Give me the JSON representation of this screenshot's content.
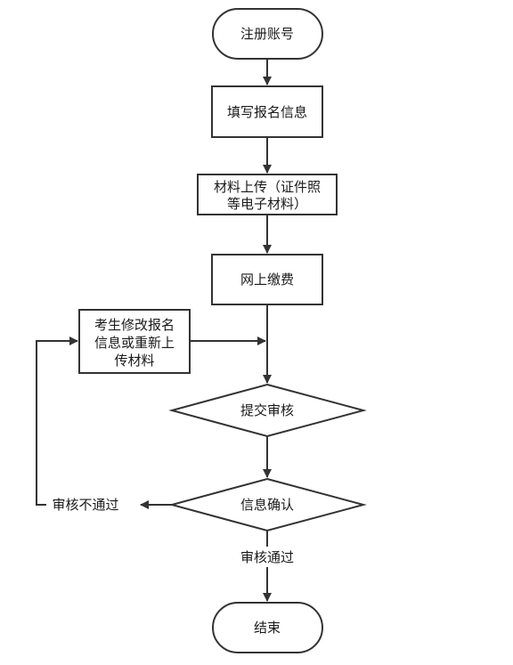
{
  "nodes": {
    "register": "注册账号",
    "fill_info": "填写报名信息",
    "upload_line1": "材料上传（证件照",
    "upload_line2": "等电子材料）",
    "pay": "网上缴费",
    "modify_line1": "考生修改报名",
    "modify_line2": "信息或重新上",
    "modify_line3": "传材料",
    "submit_review": "提交审核",
    "confirm": "信息确认",
    "end": "结束"
  },
  "edges": {
    "fail_label": "审核不通过",
    "pass_label": "审核通过"
  }
}
